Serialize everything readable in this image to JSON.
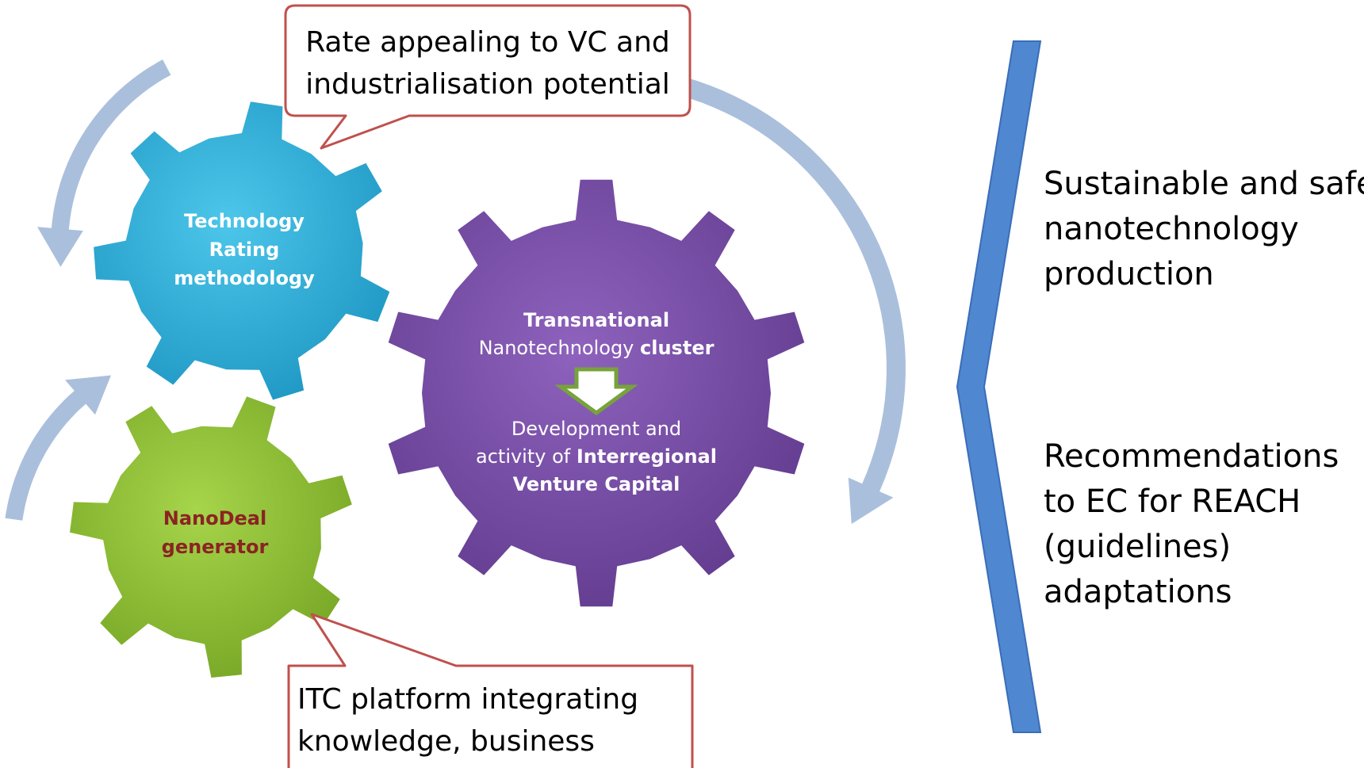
{
  "callouts": {
    "top": {
      "line1": "Rate appealing to VC and",
      "line2": "industrialisation potential"
    },
    "bottom": {
      "line1": "ITC platform integrating",
      "line2": "knowledge, business"
    }
  },
  "gears": {
    "technology": {
      "line1": "Technology",
      "line2": "Rating",
      "line3": "methodology",
      "color": "#31b0d8"
    },
    "nanodeal": {
      "line1": "NanoDeal",
      "line2": "generator",
      "color": "#8fbe2f",
      "text_color": "#8b2323"
    },
    "cluster": {
      "color": "#7a4fa6",
      "line1": "Transnational",
      "line2_regular": "Nanotechnology ",
      "line2_bold": "cluster",
      "line3": "Development and",
      "line4_regular": "activity of ",
      "line4_bold": "Interregional",
      "line5": "Venture Capital"
    }
  },
  "outcomes": {
    "first": {
      "line1": "Sustainable and safe",
      "line2": "nanotechnology",
      "line3": "production"
    },
    "second": {
      "line1": "Recommendations",
      "line2": "to EC for REACH",
      "line3": "(guidelines)",
      "line4": "adaptations"
    }
  },
  "colors": {
    "arrow": "#aabfdc",
    "brace": "#4f87d0",
    "callout_border": "#c0504d",
    "down_arrow_border": "#77a33a"
  }
}
